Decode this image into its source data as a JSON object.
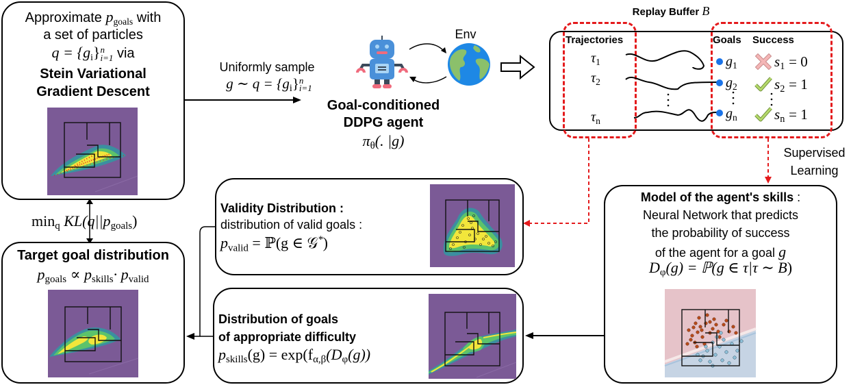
{
  "svgd_box": {
    "line1_pre": "Approximate",
    "line1_math": "p",
    "line1_sub": "goals",
    "line1_post": "with",
    "line2": "a set of particles",
    "line3_math": "q = {g",
    "line3_i": "i",
    "line3_close": "}",
    "line3_sup": "n",
    "line3_sub": "i=1",
    "line3_post": "via",
    "title1": "Stein Variational",
    "title2": "Gradient Descent"
  },
  "sample_edge": {
    "label1": "Uniformly sample",
    "math": "g ∼ q = {g",
    "math_i": "i",
    "math_close": "}",
    "math_sup": "n",
    "math_sub": "i=1"
  },
  "agent": {
    "env_label": "Env",
    "title1": "Goal-conditioned",
    "title2": "DDPG agent",
    "policy": "π",
    "policy_sub": "θ",
    "policy_args": "(. |g)",
    "robot_icon": "robot-icon",
    "globe_icon": "globe-icon"
  },
  "replay_buffer": {
    "title": "Replay Buffer",
    "title_math": "B",
    "col_trajectories": "Trajectories",
    "col_goals": "Goals",
    "col_success": "Success",
    "rows": [
      {
        "traj": "τ",
        "traj_sub": "1",
        "goal": "g",
        "goal_sub": "1",
        "success_icon": "cross-icon",
        "s": "s",
        "s_sub": "1",
        "value": "= 0"
      },
      {
        "traj": "τ",
        "traj_sub": "2",
        "goal": "g",
        "goal_sub": "2",
        "success_icon": "check-icon",
        "s": "s",
        "s_sub": "2",
        "value": "= 1"
      },
      {
        "traj": "τ",
        "traj_sub": "n",
        "goal": "g",
        "goal_sub": "n",
        "success_icon": "check-icon",
        "s": "s",
        "s_sub": "n",
        "value": "= 1"
      }
    ],
    "colors": {
      "dashed": "#e41a1c",
      "goal_dot": "#1a73e8",
      "cross": "#f4b6b6",
      "check": "#b5d96b"
    }
  },
  "supervised_label": {
    "line1": "Supervised",
    "line2": "Learning"
  },
  "skills_box": {
    "title": "Model of the agent's skills",
    "title_colon": " :",
    "line1": "Neural Network that predicts",
    "line2": "the probability of success",
    "line3": "of the agent for a goal",
    "line3_math": "g",
    "formula": "D",
    "formula_sub": "φ",
    "formula_rest": "(g) = ℙ(g ∈ τ|τ ∼ ",
    "formula_B": "B",
    "formula_end": ")"
  },
  "validity_box": {
    "title": "Validity Distribution :",
    "line1": "distribution of valid goals :",
    "formula": "p",
    "formula_sub": "valid",
    "formula_rest": " = ℙ(g ∈ 𝒢",
    "formula_sup": "*",
    "formula_end": ")"
  },
  "difficulty_box": {
    "title1": "Distribution of goals",
    "title2": "of appropriate difficulty",
    "formula": "p",
    "formula_sub": "skills",
    "formula_rest": "(g) = exp(f",
    "formula_sub2": "α,β",
    "formula_rest2": "(D",
    "formula_sub3": "φ",
    "formula_end": "(g))"
  },
  "kl_label": {
    "min": "min",
    "min_sub": "q",
    "rest": " KL(q||p",
    "rest_sub": "goals",
    "end": ")"
  },
  "target_box": {
    "title": "Target goal distribution",
    "formula": "p",
    "formula_sub": "goals",
    "formula_prop": " ∝ p",
    "formula_sub2": "skills",
    "formula_dot": "· p",
    "formula_sub3": "valid"
  },
  "colors": {
    "plot_bg": "#7b5a96",
    "density_low": "#3b8fa0",
    "density_mid": "#5cc36b",
    "density_high": "#f2e63b",
    "particle_red": "#e8281f",
    "skills_fail_bg": "#e6c3c9",
    "skills_success_bg": "#c6d4e4",
    "fail_point": "#b84a1a",
    "success_point": "#8fc0d8"
  }
}
